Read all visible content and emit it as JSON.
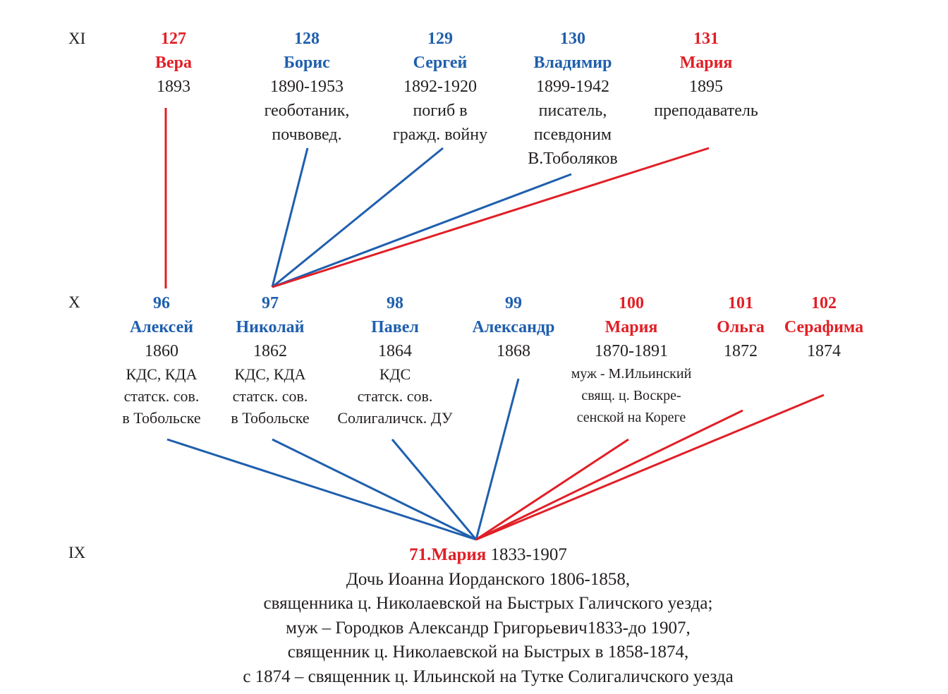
{
  "generations": {
    "xi": "XI",
    "x": "X",
    "ix": "IX"
  },
  "colors": {
    "male": "#1f5fad",
    "female": "#e11f26",
    "text": "#231f20"
  },
  "gen_xi": [
    {
      "num": "127",
      "name": "Вера",
      "years": "1893",
      "notes": [],
      "gender": "female"
    },
    {
      "num": "128",
      "name": "Борис",
      "years": "1890-1953",
      "notes": [
        "геоботаник,",
        "почвовед."
      ],
      "gender": "male"
    },
    {
      "num": "129",
      "name": "Сергей",
      "years": "1892-1920",
      "notes": [
        "погиб в",
        "гражд. войну"
      ],
      "gender": "male"
    },
    {
      "num": "130",
      "name": "Владимир",
      "years": "1899-1942",
      "notes": [
        "писатель,",
        "псевдоним",
        "В.Тоболяков"
      ],
      "gender": "male"
    },
    {
      "num": "131",
      "name": "Мария",
      "years": "1895",
      "notes": [
        "преподаватель"
      ],
      "gender": "female"
    }
  ],
  "gen_x": [
    {
      "num": "96",
      "name": "Алексей",
      "years": "1860",
      "notes": [
        "КДС, КДА",
        "статск. сов.",
        "в Тобольске"
      ],
      "gender": "male"
    },
    {
      "num": "97",
      "name": "Николай",
      "years": "1862",
      "notes": [
        "КДС, КДА",
        "статск. сов.",
        "в Тобольске"
      ],
      "gender": "male"
    },
    {
      "num": "98",
      "name": "Павел",
      "years": "1864",
      "notes": [
        "КДС",
        "статск. сов.",
        "Солигаличск. ДУ"
      ],
      "gender": "male"
    },
    {
      "num": "99",
      "name": "Александр",
      "years": "1868",
      "notes": [],
      "gender": "male"
    },
    {
      "num": "100",
      "name": "Мария",
      "years": "1870-1891",
      "notes": [
        "муж - М.Ильинский",
        "свящ. ц. Воскре-",
        "сенской на Кореге"
      ],
      "gender": "female"
    },
    {
      "num": "101",
      "name": "Ольга",
      "years": "1872",
      "notes": [],
      "gender": "female"
    },
    {
      "num": "102",
      "name": "Серафима",
      "years": "1874",
      "notes": [],
      "gender": "female"
    }
  ],
  "root": {
    "name": "71.Мария",
    "years": "1833-1907",
    "lines": [
      "Дочь Иоанна Иорданского 1806-1858,",
      "священника ц. Николаевской на Быстрых Галичского уезда;",
      "муж – Городков Александр Григорьевич1833-до 1907,",
      "священник ц. Николаевской на Быстрых в 1858-1874,",
      "с 1874 – священник ц. Ильинской на Тутке Солигаличского уезда"
    ]
  }
}
